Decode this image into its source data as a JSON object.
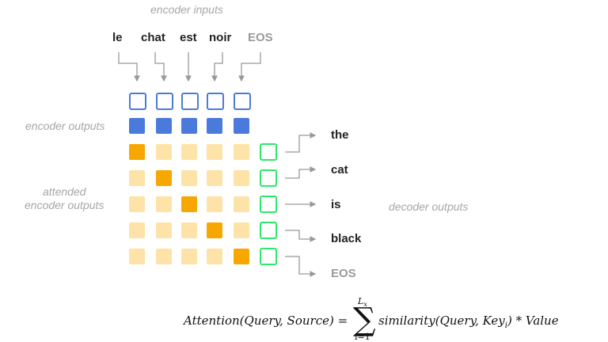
{
  "labels": {
    "encoder_inputs": "encoder inputs",
    "encoder_outputs": "encoder outputs",
    "attended_line1": "attended",
    "attended_line2": "encoder outputs",
    "decoder_outputs": "decoder outputs"
  },
  "input_words": [
    "le",
    "chat",
    "est",
    "noir",
    "EOS"
  ],
  "output_words": [
    "the",
    "cat",
    "is",
    "black",
    "EOS"
  ],
  "attention_focus": [
    0,
    1,
    2,
    3,
    4
  ],
  "colors": {
    "encoder_input_border": "#4a7bdc",
    "encoder_output_fill": "#4a7bdc",
    "attended_light": "#fde3a7",
    "attended_focus": "#f7a800",
    "decoder_border": "#2ee86a",
    "arrow": "#999999"
  },
  "formula": {
    "lhs": "Attention(Query, Source) =",
    "sum_upper": "L",
    "sum_upper_sub": "x",
    "sum_lower": "i=1",
    "rhs_a": "similarity(Query, Key",
    "rhs_sub": "i",
    "rhs_b": ") * Value"
  }
}
